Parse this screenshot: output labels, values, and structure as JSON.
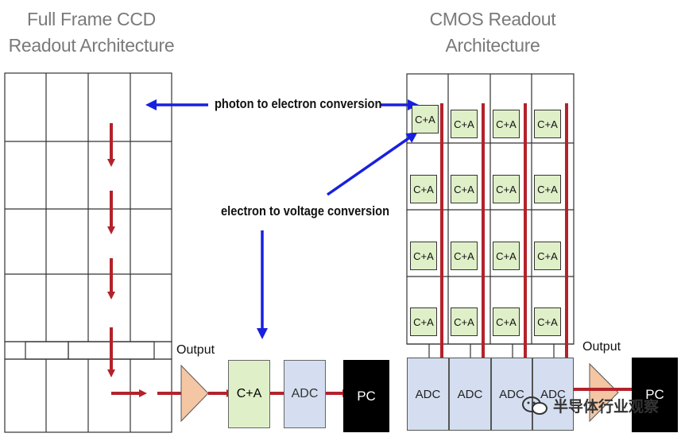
{
  "left_title": [
    "Full Frame CCD",
    "Readout Architecture"
  ],
  "right_title": [
    "CMOS Readout",
    "Architecture"
  ],
  "label_photon": "photon to electron conversion",
  "label_electron": "electron to voltage conversion",
  "output_left": "Output",
  "output_right": "Output",
  "ca_label": "C+A",
  "adc_label": "ADC",
  "pc_label": "PC",
  "watermark": "半导体行业观察",
  "colors": {
    "red_arrow": "#b3222b",
    "blue_arrow": "#1720e0",
    "ca_fill": "#dff0c8",
    "adc_fill": "#d4def0",
    "amp_fill": "#f4c6a4",
    "pc_fill": "#000000"
  }
}
